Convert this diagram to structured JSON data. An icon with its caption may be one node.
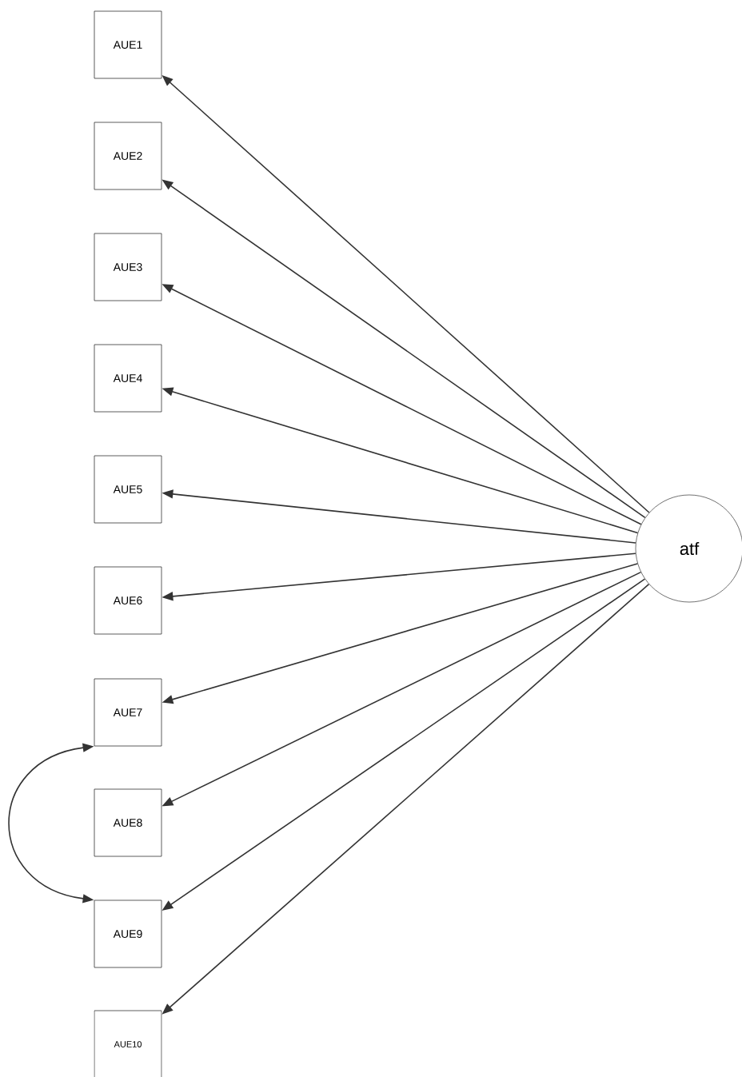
{
  "diagram": {
    "nodes": [
      {
        "text": [
          "AUE1"
        ]
      },
      {
        "text": [
          "AUE2"
        ]
      },
      {
        "text": [
          "AUE3"
        ]
      },
      {
        "text": [
          "AUE4"
        ]
      },
      {
        "text": [
          "AUE5"
        ]
      },
      {
        "text": [
          "AUE6"
        ]
      },
      {
        "text": [
          "AUE7"
        ]
      },
      {
        "text": [
          "AUE8"
        ]
      },
      {
        "text": [
          "AUE9"
        ]
      },
      {
        "text": [
          "AUE10"
        ]
      },
      {
        "text": [
          "atf"
        ]
      }
    ],
    "edges": [
      {
        "from": 10,
        "to": 0,
        "arrow": "to"
      },
      {
        "from": 10,
        "to": 1,
        "arrow": "to"
      },
      {
        "from": 10,
        "to": 2,
        "arrow": "to"
      },
      {
        "from": 10,
        "to": 3,
        "arrow": "to"
      },
      {
        "from": 10,
        "to": 4,
        "arrow": "to"
      },
      {
        "from": 10,
        "to": 5,
        "arrow": "to"
      },
      {
        "from": 10,
        "to": 6,
        "arrow": "to"
      },
      {
        "from": 10,
        "to": 7,
        "arrow": "to"
      },
      {
        "from": 10,
        "to": 8,
        "arrow": "to"
      },
      {
        "from": 10,
        "to": 9,
        "arrow": "to"
      },
      {
        "from": 6,
        "to": 8,
        "arrow": "both"
      }
    ]
  }
}
